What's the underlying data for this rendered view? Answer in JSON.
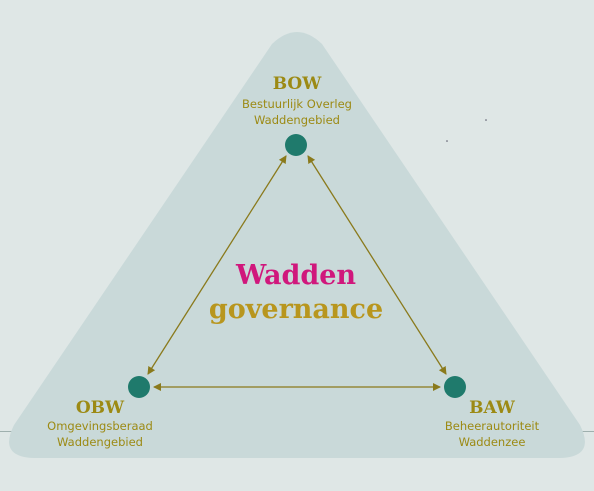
{
  "colors": {
    "background": "#dfe7e6",
    "triangle_fill": "#c9d9d9",
    "node_fill": "#1f7a6c",
    "label_gold": "#9c8a14",
    "label_magenta": "#d0177c",
    "arrow": "#8a7a1c"
  },
  "center": {
    "line1": "Wadden",
    "line2": "governance"
  },
  "nodes": {
    "top": {
      "abbr": "BOW",
      "name_line1": "Bestuurlijk Overleg",
      "name_line2": "Waddengebied"
    },
    "left": {
      "abbr": "OBW",
      "name_line1": "Omgevingsberaad",
      "name_line2": "Waddengebied"
    },
    "right": {
      "abbr": "BAW",
      "name_line1": "Beheerautoriteit",
      "name_line2": "Waddenzee"
    }
  }
}
